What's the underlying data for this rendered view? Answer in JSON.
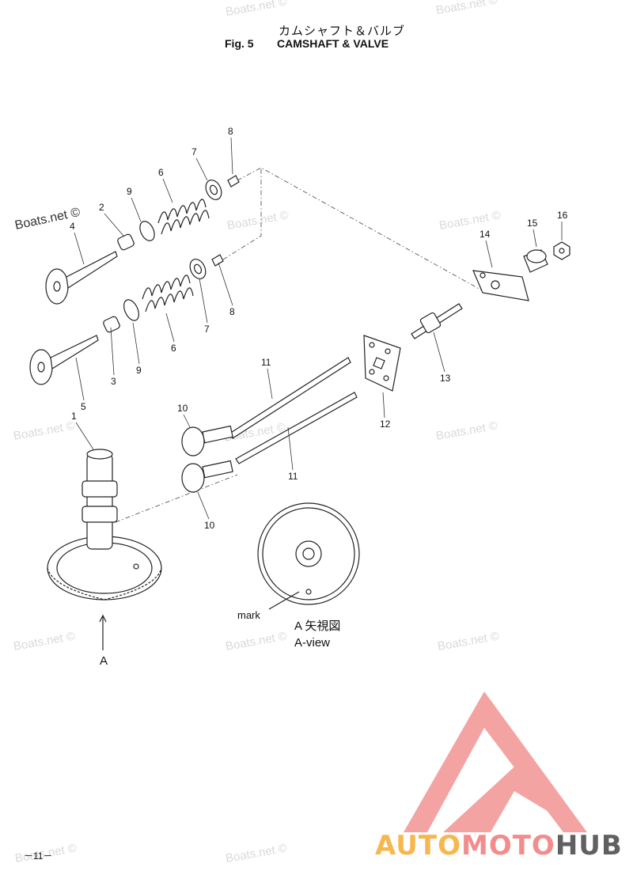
{
  "header": {
    "title_jp": "カムシャフト＆バルブ",
    "fig_label": "Fig. 5",
    "title_en": "CAMSHAFT & VALVE"
  },
  "callouts": {
    "c1": "1",
    "c2": "2",
    "c3": "3",
    "c4": "4",
    "c5": "5",
    "c6a": "6",
    "c6b": "6",
    "c7a": "7",
    "c7b": "7",
    "c8a": "8",
    "c8b": "8",
    "c9a": "9",
    "c9b": "9",
    "c10a": "10",
    "c10b": "10",
    "c11a": "11",
    "c11b": "11",
    "c12": "12",
    "c13": "13",
    "c14": "14",
    "c15": "15",
    "c16": "16"
  },
  "view": {
    "arrow_label": "A",
    "mark_label": "mark",
    "aview_jp": "A 矢視図",
    "aview_en": "A-view"
  },
  "watermark": {
    "text": "Boats.net ©"
  },
  "page_number": "－11－",
  "logo": {
    "part1": "AUTO",
    "part2": "MOTO",
    "part3": "HUB",
    "colors": {
      "auto": "#f6b74e",
      "moto": "#f38c8c",
      "hub": "#606060",
      "triangle": "#f4a3a3"
    }
  }
}
